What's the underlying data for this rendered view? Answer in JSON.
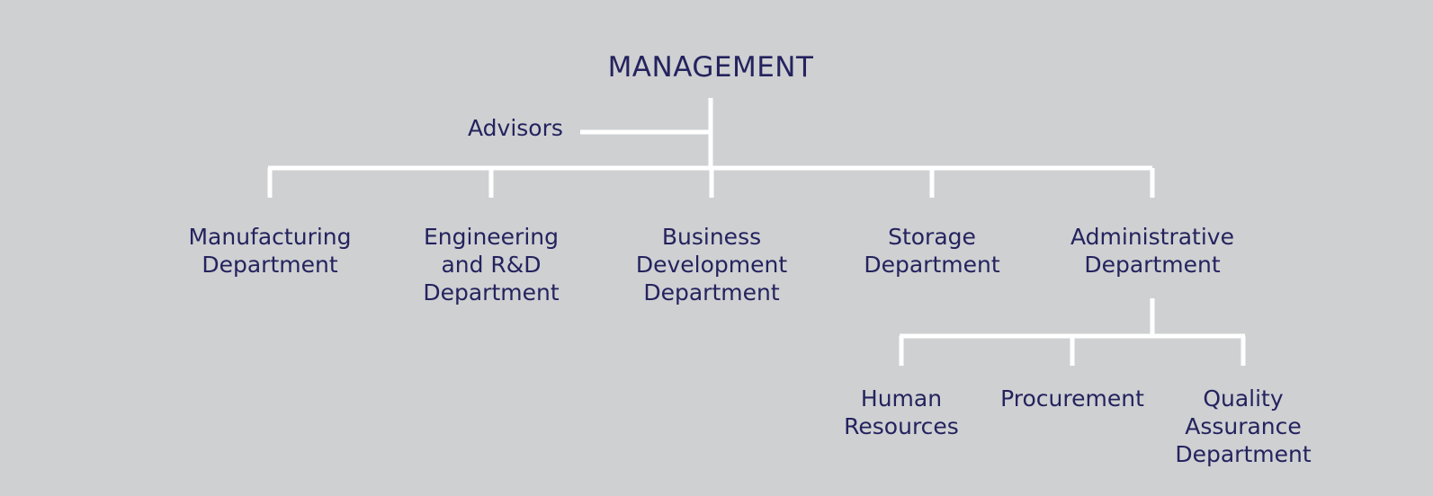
{
  "diagram": {
    "colors": {
      "background": "#cfd0d2",
      "text": "#24235e",
      "connector": "#ffffff"
    },
    "root": {
      "label": "MANAGEMENT"
    },
    "advisors": {
      "label": "Advisors"
    },
    "departments": [
      {
        "lines": [
          "Manufacturing",
          "Department"
        ]
      },
      {
        "lines": [
          "Engineering",
          "and R&D",
          "Department"
        ]
      },
      {
        "lines": [
          "Business",
          "Development",
          "Department"
        ]
      },
      {
        "lines": [
          "Storage",
          "Department"
        ]
      },
      {
        "lines": [
          "Administrative",
          "Department"
        ]
      }
    ],
    "sub_departments": [
      {
        "lines": [
          "Human",
          "Resources"
        ]
      },
      {
        "lines": [
          "Procurement"
        ]
      },
      {
        "lines": [
          "Quality",
          "Assurance",
          "Department"
        ]
      }
    ]
  }
}
